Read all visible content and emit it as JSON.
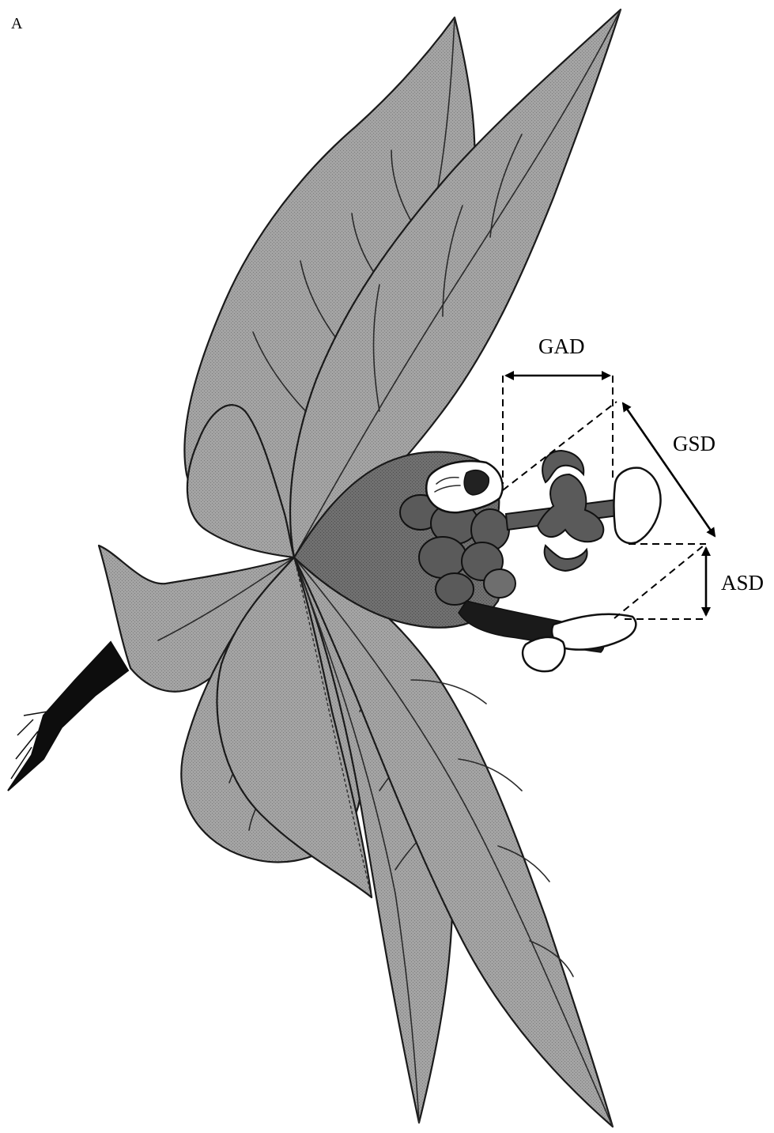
{
  "panel_label": "A",
  "annotations": {
    "gad": "GAD",
    "gsd": "GSD",
    "asd": "ASD"
  },
  "colors": {
    "leaf_fill": "#9a9a9a",
    "leaf_fill_dark": "#6a6a6a",
    "outline": "#1a1a1a",
    "annotation": "#000000",
    "background": "#ffffff"
  }
}
